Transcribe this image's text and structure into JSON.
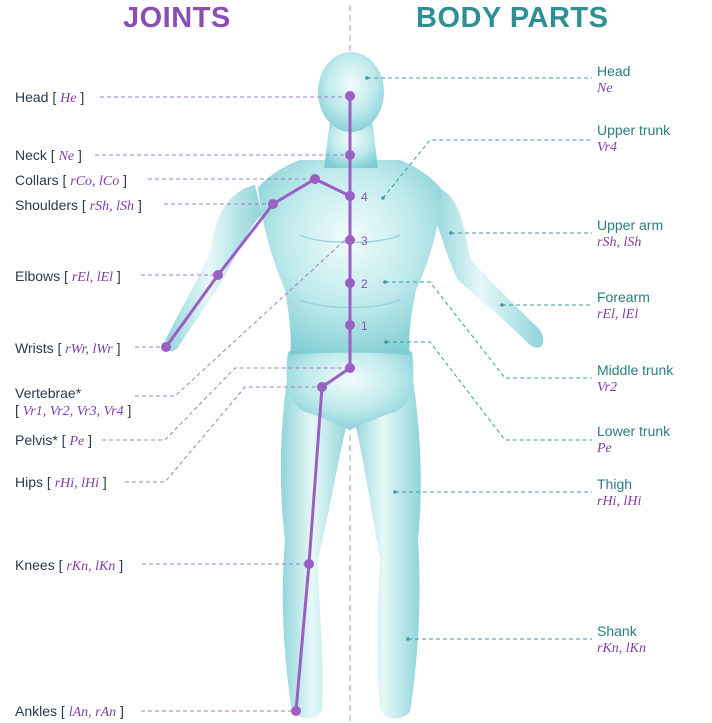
{
  "headings": {
    "joints": "JOINTS",
    "body_parts": "BODY PARTS"
  },
  "joints": [
    {
      "name": "Head",
      "abbr": "He"
    },
    {
      "name": "Neck",
      "abbr": "Ne"
    },
    {
      "name": "Collars",
      "abbr": "rCo, lCo"
    },
    {
      "name": "Shoulders",
      "abbr": "rSh, lSh"
    },
    {
      "name": "Elbows",
      "abbr": "rEl, lEl"
    },
    {
      "name": "Wrists",
      "abbr": "rWr, lWr"
    },
    {
      "name": "Vertebrae*",
      "abbr": "Vr1, Vr2, Vr3, Vr4"
    },
    {
      "name": "Pelvis*",
      "abbr": "Pe"
    },
    {
      "name": "Hips",
      "abbr": "rHi, lHi"
    },
    {
      "name": "Knees",
      "abbr": "rKn, lKn"
    },
    {
      "name": "Ankles",
      "abbr": "lAn, rAn"
    }
  ],
  "body_parts": [
    {
      "name": "Head",
      "abbr": "Ne"
    },
    {
      "name": "Upper trunk",
      "abbr": "Vr4"
    },
    {
      "name": "Upper arm",
      "abbr": "rSh, lSh"
    },
    {
      "name": "Forearm",
      "abbr": "rEl, lEl"
    },
    {
      "name": "Middle trunk",
      "abbr": "Vr2"
    },
    {
      "name": "Lower trunk",
      "abbr": "Pe"
    },
    {
      "name": "Thigh",
      "abbr": "rHi, lHi"
    },
    {
      "name": "Shank",
      "abbr": "rKn, lKn"
    }
  ],
  "vertebra_numbers": [
    "4",
    "3",
    "2",
    "1"
  ],
  "colors": {
    "joints_accent": "#8b4fb3",
    "parts_accent": "#2f8f95",
    "body_fill": "#bfeaec",
    "skeleton": "#9b5fc4"
  }
}
